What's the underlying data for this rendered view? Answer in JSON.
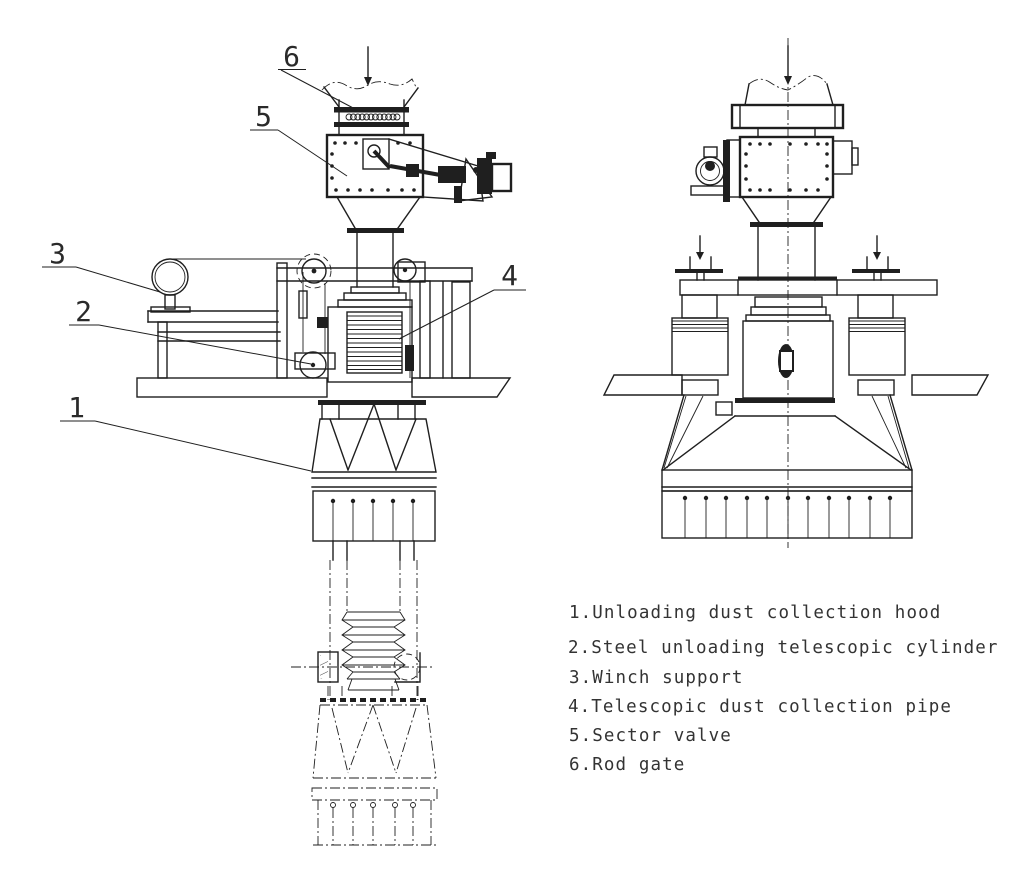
{
  "colors": {
    "line": "#1f1f1f",
    "background": "#ffffff"
  },
  "callouts": [
    "1",
    "2",
    "3",
    "4",
    "5",
    "6"
  ],
  "legend": [
    "1.Unloading dust collection hood",
    "2.Steel unloading telescopic cylinder",
    "3.Winch support",
    "4.Telescopic dust collection pipe",
    "5.Sector valve",
    "6.Rod gate"
  ]
}
